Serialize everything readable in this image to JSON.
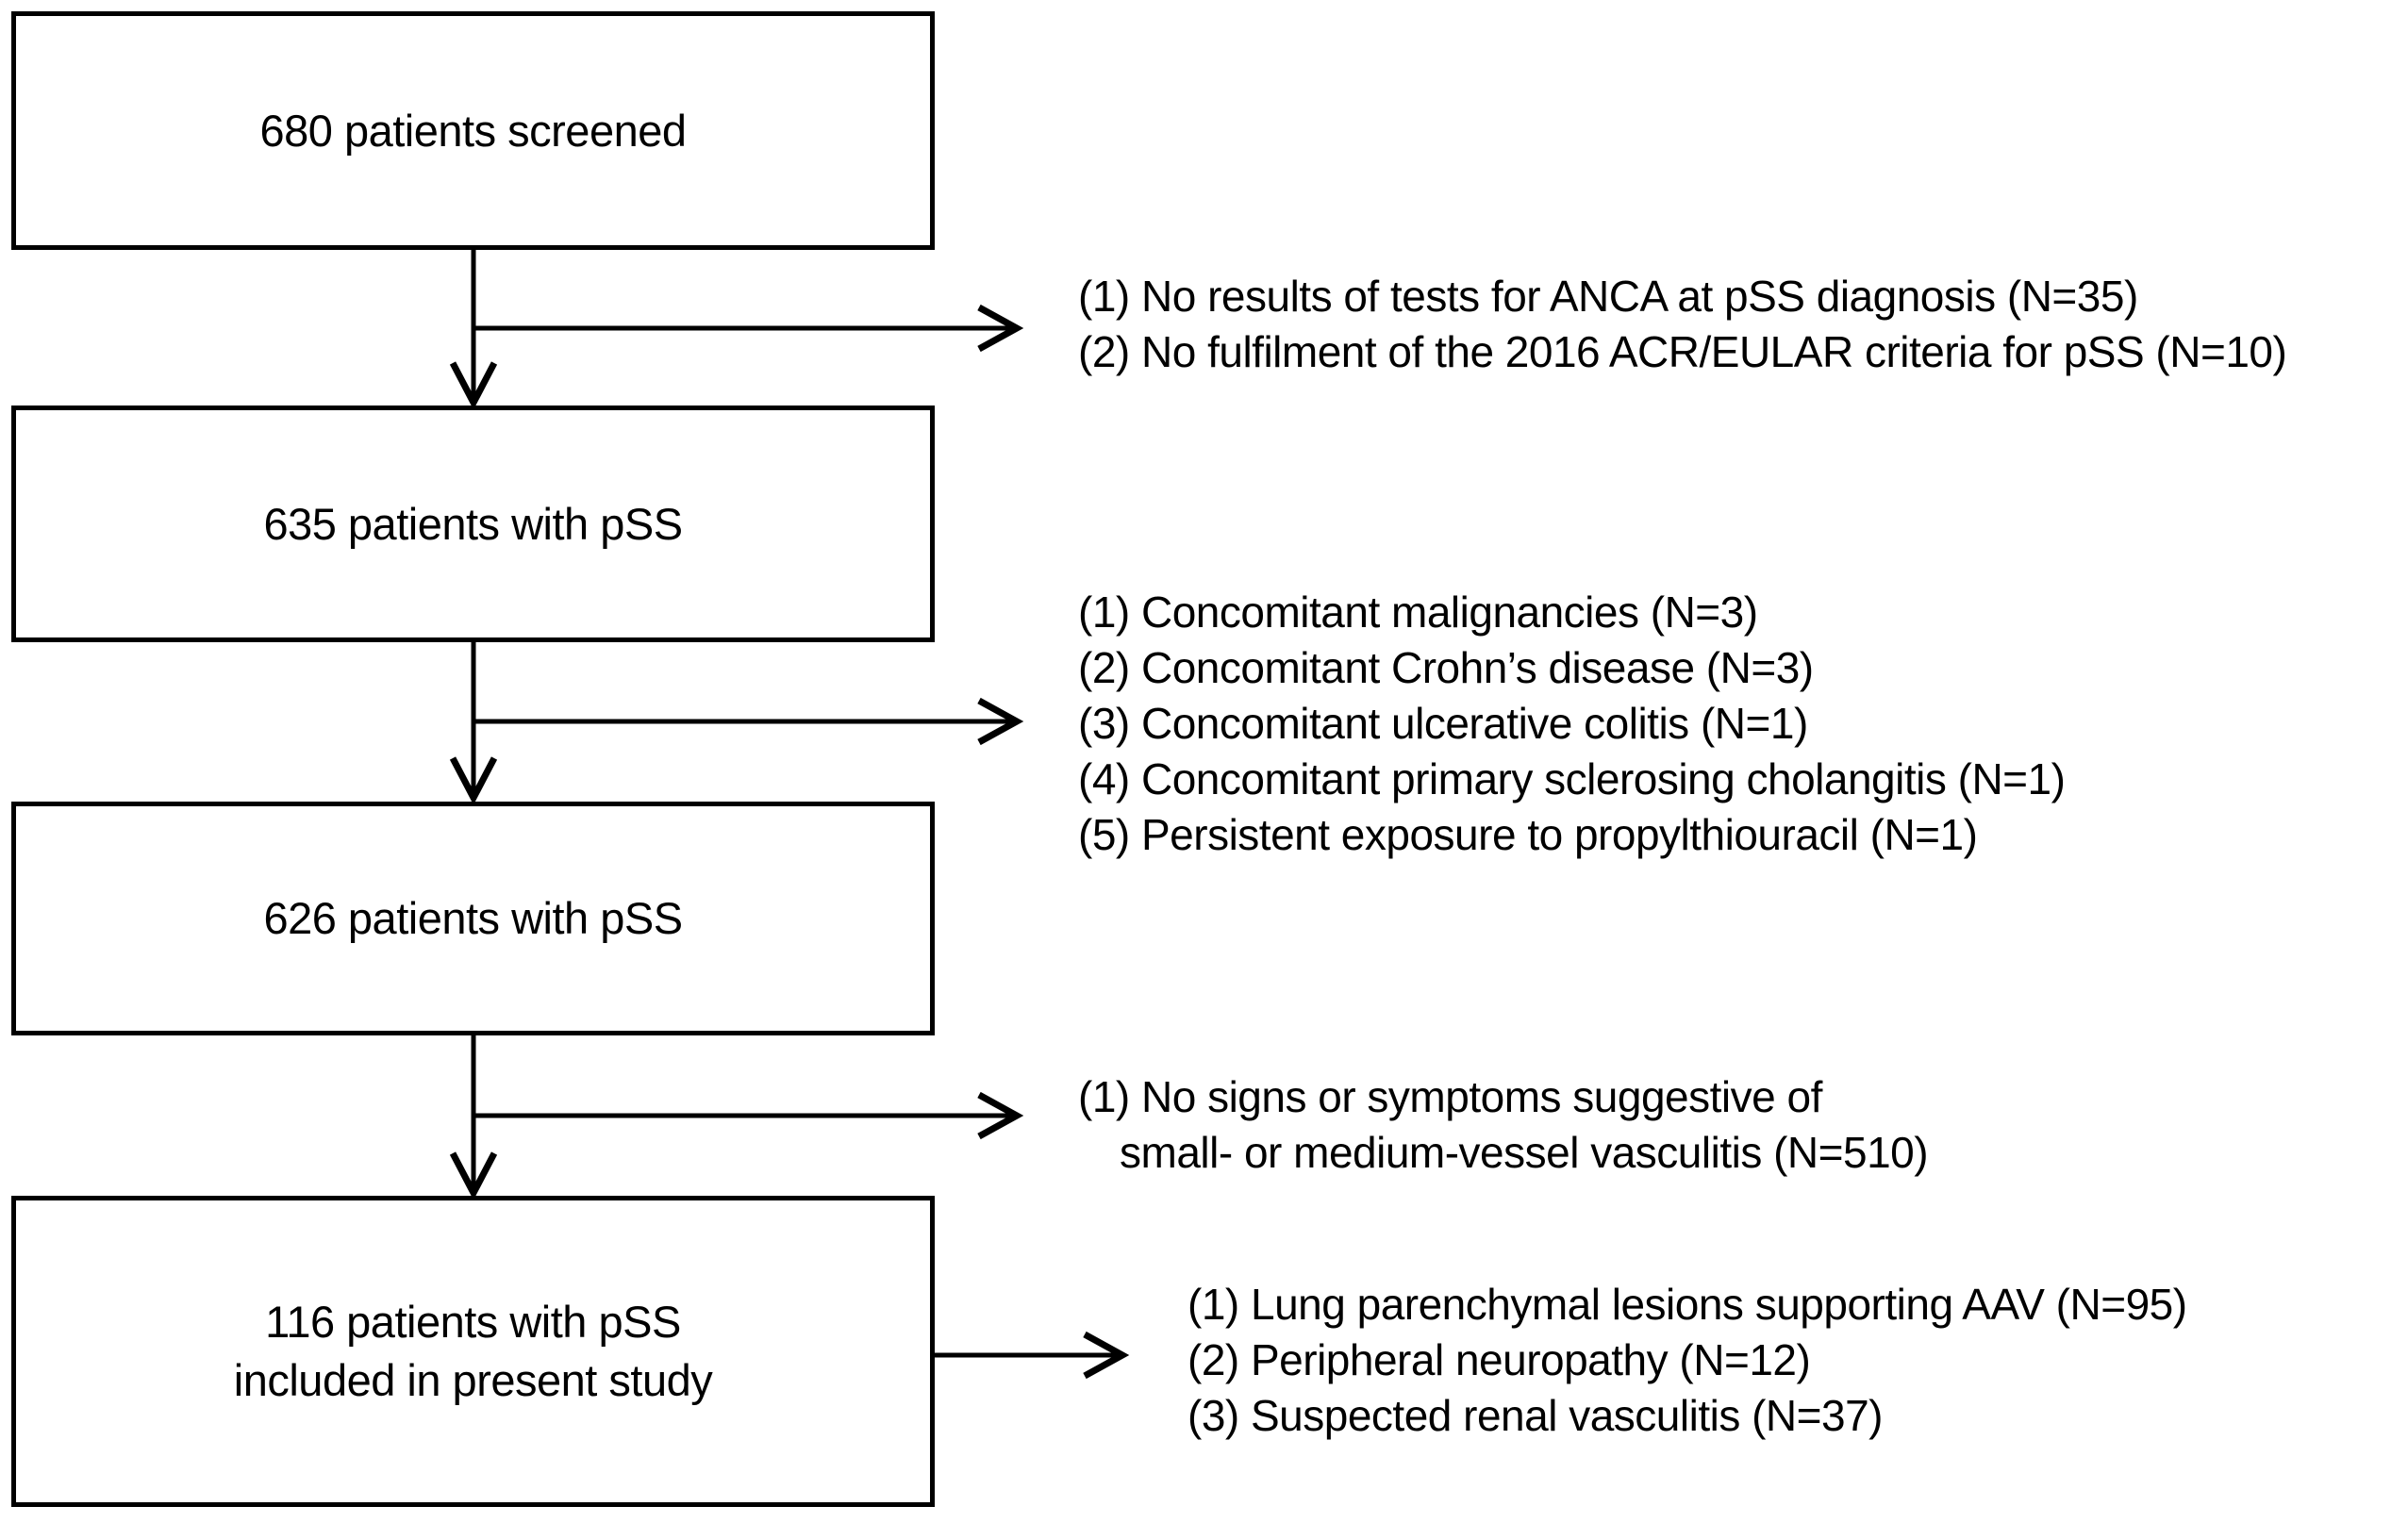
{
  "figure": {
    "background_color": "#ffffff",
    "line_color": "#000000",
    "boxes": [
      {
        "id": "screened",
        "lines": [
          "680 patients screened"
        ]
      },
      {
        "id": "pss-635",
        "lines": [
          "635 patients with pSS"
        ]
      },
      {
        "id": "pss-626",
        "lines": [
          "626 patients with pSS"
        ]
      },
      {
        "id": "included",
        "lines": [
          "116 patients with pSS",
          "included in present study"
        ]
      }
    ],
    "notes": [
      {
        "id": "exclusion-after-screening",
        "lines": [
          "(1) No results of tests for ANCA at pSS diagnosis (N=35)",
          "(2) No fulfilment of the 2016 ACR/EULAR criteria for pSS (N=10)"
        ]
      },
      {
        "id": "exclusion-comorbidities",
        "lines": [
          "(1) Concomitant malignancies (N=3)",
          "(2) Concomitant Crohn’s disease (N=3)",
          "(3) Concomitant ulcerative colitis (N=1)",
          "(4) Concomitant primary sclerosing cholangitis (N=1)",
          "(5) Persistent exposure to propylthiouracil (N=1)"
        ]
      },
      {
        "id": "exclusion-no-vasculitis-signs",
        "lines": [
          "(1) No signs or symptoms suggestive of",
          "small- or medium-vessel vasculitis (N=510)"
        ]
      },
      {
        "id": "inclusion-reasons",
        "lines": [
          "(1) Lung parenchymal lesions supporting AAV (N=95)",
          "(2) Peripheral neuropathy (N=12)",
          "(3) Suspected renal vasculitis (N=37)"
        ]
      }
    ]
  }
}
